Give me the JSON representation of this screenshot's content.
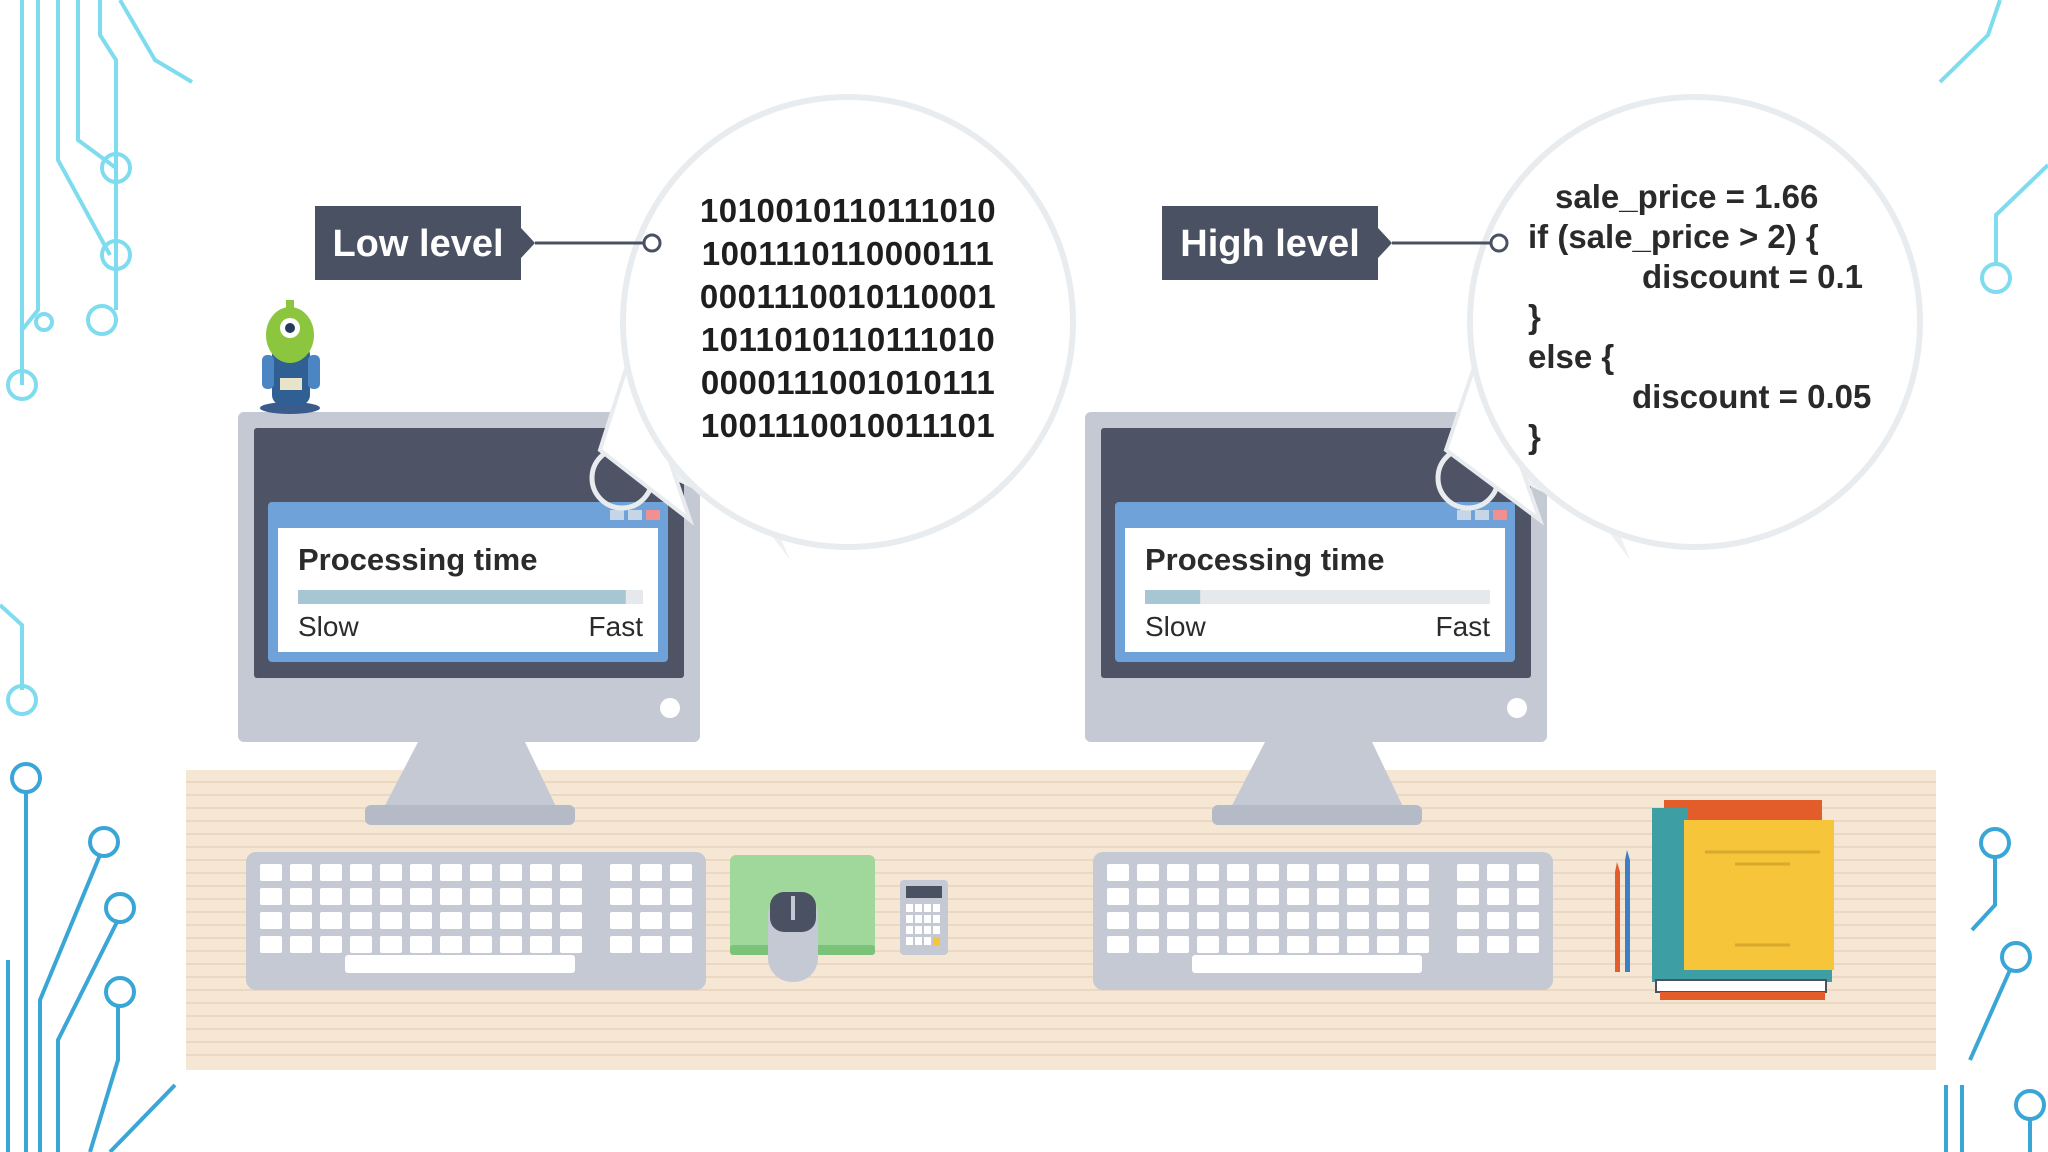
{
  "left": {
    "label": "Low level",
    "binary_lines": [
      "1010010110111010",
      "1001110110000111",
      "0001110010110001",
      "1011010110111010",
      "0000111001010111",
      "1001110010011101"
    ],
    "window": {
      "title": "Processing time",
      "slow": "Slow",
      "fast": "Fast",
      "speed_fraction": 0.95
    }
  },
  "right": {
    "label": "High level",
    "code_lines": [
      "sale_price = 1.66",
      "if (sale_price > 2) {",
      "discount = 0.1",
      "}",
      "else {",
      "discount = 0.05",
      "}"
    ],
    "window": {
      "title": "Processing time",
      "slow": "Slow",
      "fast": "Fast",
      "speed_fraction": 0.16
    }
  },
  "colors": {
    "label_bg": "#4a5162",
    "monitor_body": "#c4c9d4",
    "screen": "#4e5466",
    "window_frame": "#6ea2d8",
    "bar_fill": "#a6c6d3",
    "desk": "#f6e7d4",
    "desk_line": "#ead8c2",
    "circuit": "#7fdcef",
    "mouse_pad": "#9fd89a",
    "book_yellow": "#f6c53a",
    "book_teal": "#3d9fa4",
    "book_orange": "#e35d2b"
  }
}
